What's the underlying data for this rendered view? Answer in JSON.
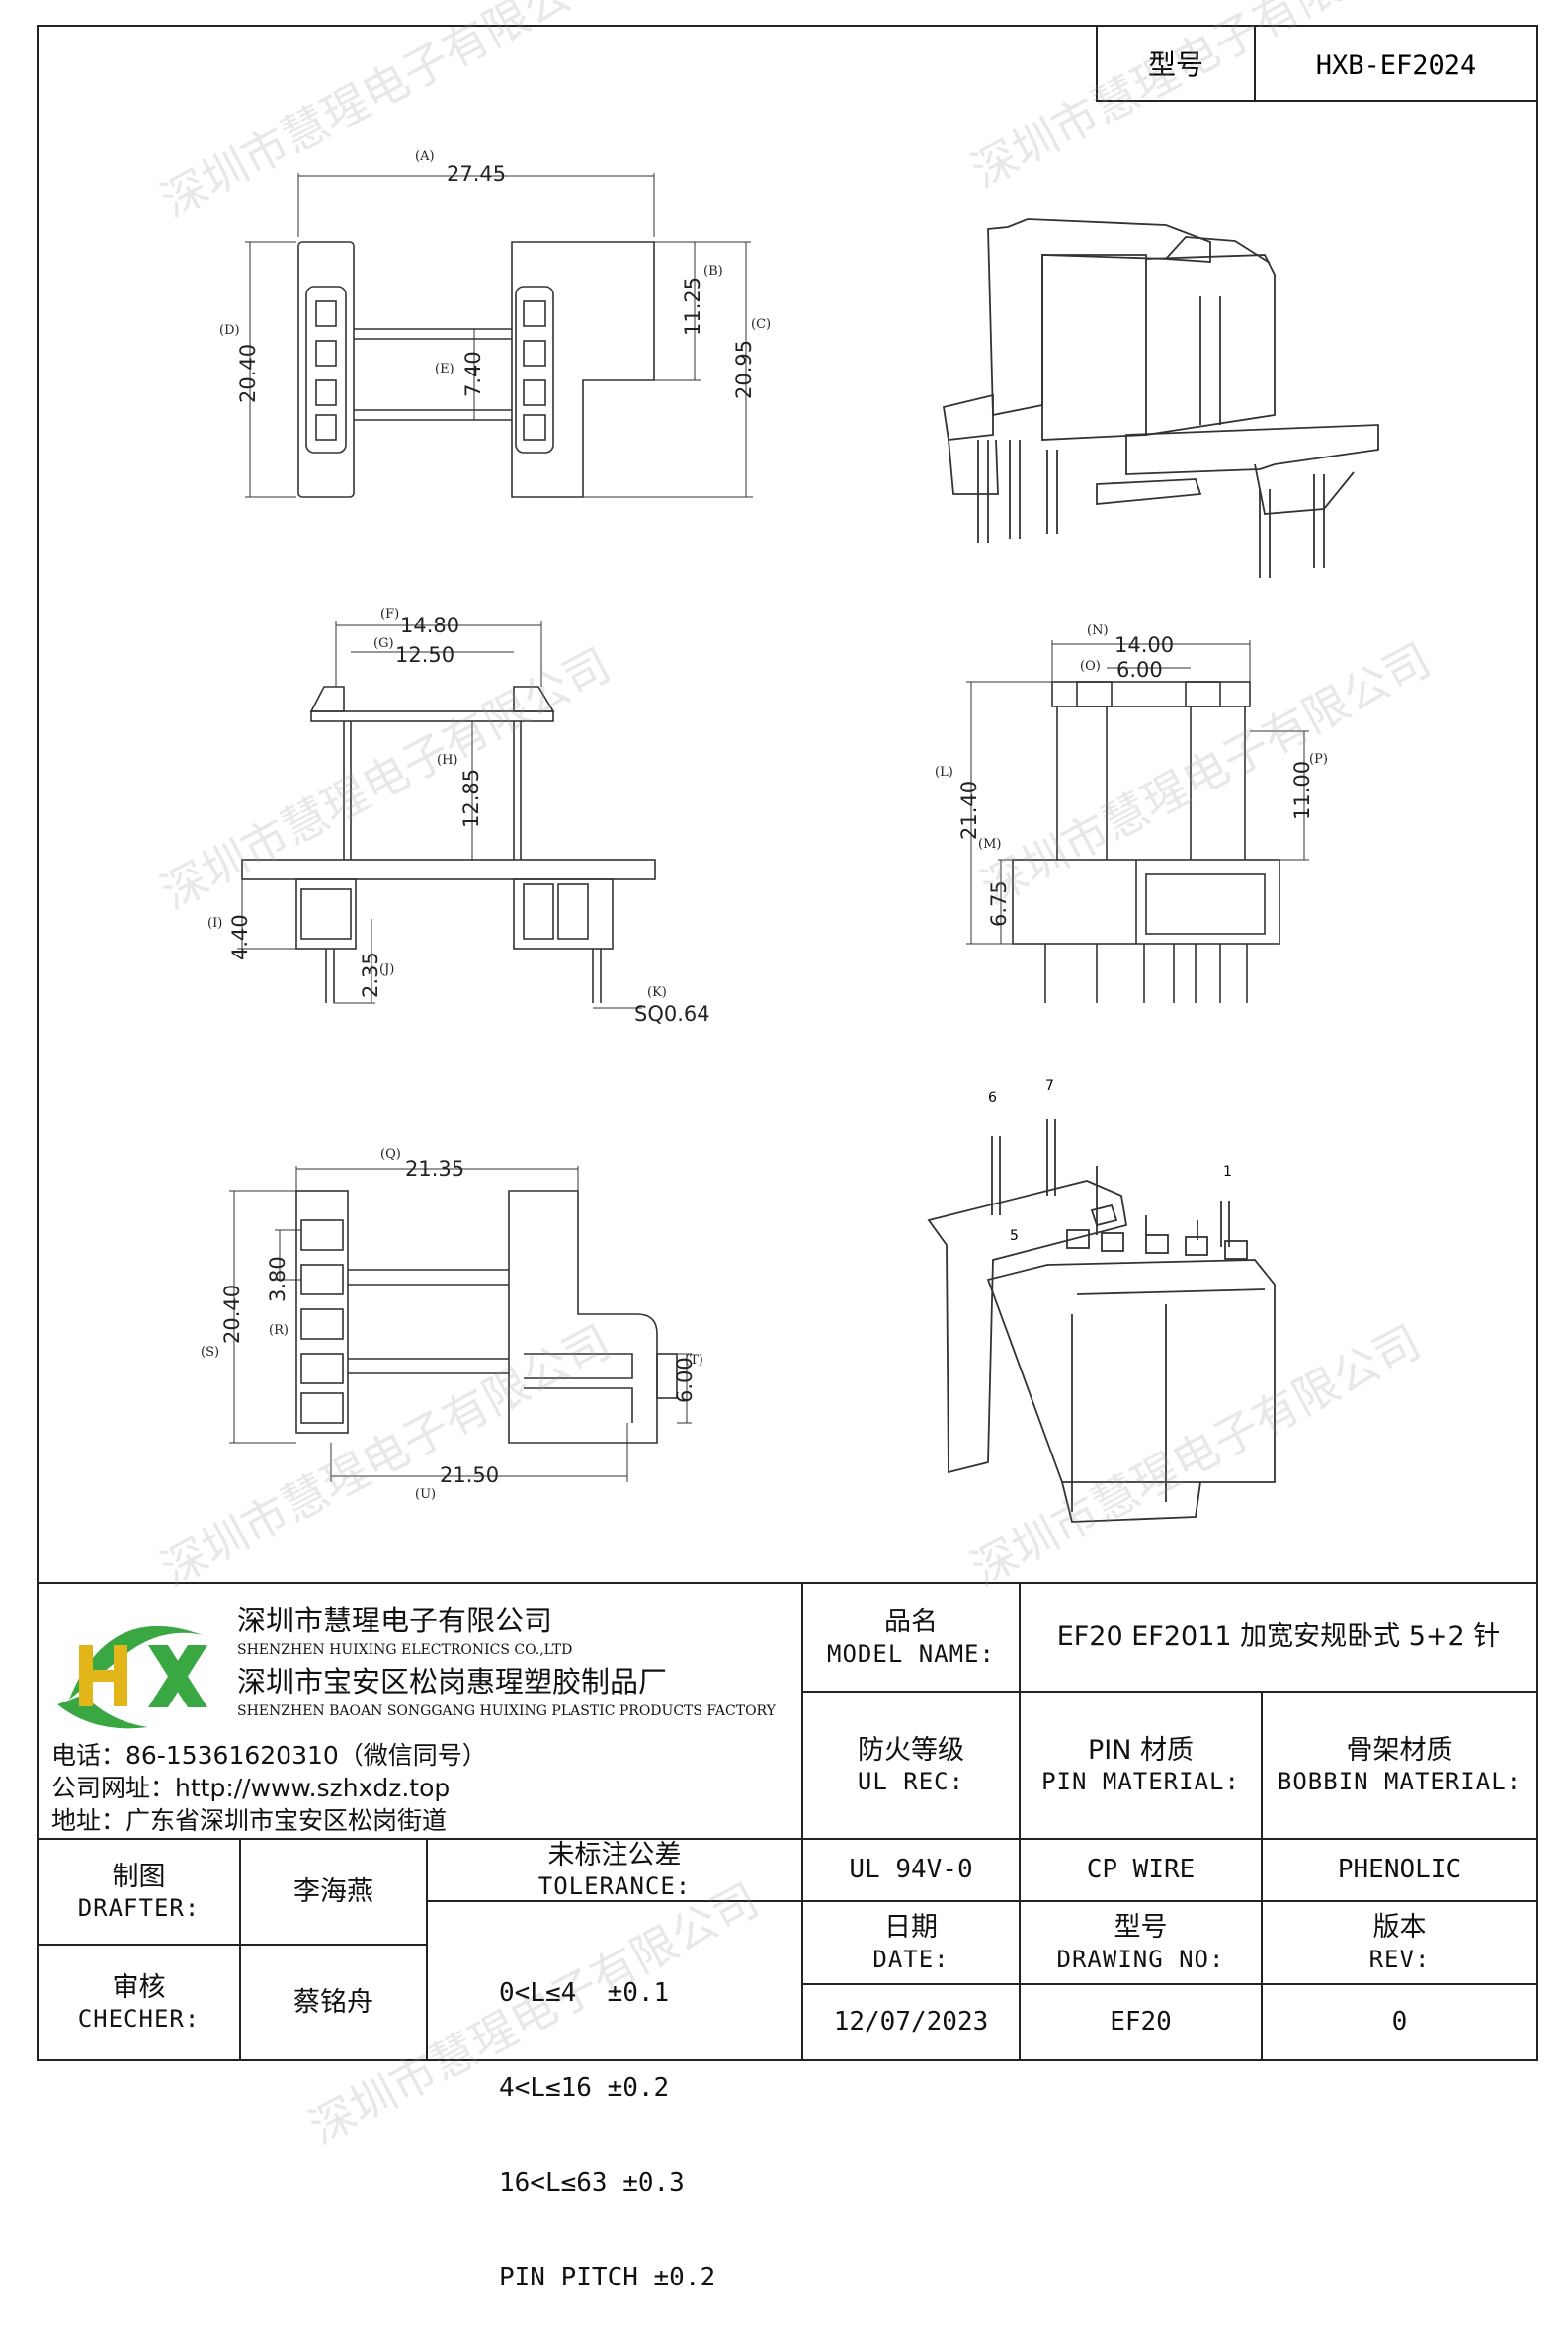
{
  "header": {
    "model_label": "型号",
    "model_value": "HXB-EF2024"
  },
  "dims": {
    "A": "(A)",
    "A_val": "27.45",
    "B": "(B)",
    "B_val": "11.25",
    "C": "(C)",
    "C_val": "20.95",
    "D": "(D)",
    "D_val": "20.40",
    "E": "(E)",
    "E_val": "7.40",
    "F": "(F)",
    "F_val": "14.80",
    "G": "(G)",
    "G_val": "12.50",
    "H": "(H)",
    "H_val": "12.85",
    "I": "(I)",
    "I_val": "4.40",
    "J": "(J)",
    "J_val": "2.35",
    "K": "(K)",
    "K_val": "SQ0.64",
    "L": "(L)",
    "L_val": "21.40",
    "M": "(M)",
    "M_val": "6.75",
    "N": "(N)",
    "N_val": "14.00",
    "O": "(O)",
    "O_val": "6.00",
    "P": "(P)",
    "P_val": "11.00",
    "Q": "(Q)",
    "Q_val": "21.35",
    "R": "(R)",
    "R_val": "3.80",
    "S": "(S)",
    "S_val": "20.40",
    "T": "(T)",
    "T_val": "6.00",
    "U": "(U)",
    "U_val": "21.50"
  },
  "pins": {
    "p6": "6",
    "p7": "7",
    "p5": "5",
    "p1": "1"
  },
  "company": {
    "logo_text": "HX",
    "name_cn": "深圳市慧瑆电子有限公司",
    "name_en": "SHENZHEN HUIXING ELECTRONICS CO.,LTD",
    "factory_cn": "深圳市宝安区松岗惠瑆塑胶制品厂",
    "factory_en": "SHENZHEN BAOAN SONGGANG HUIXING PLASTIC PRODUCTS FACTORY",
    "phone": "电话：86-15361620310（微信同号）",
    "website": "公司网址：http://www.szhxdz.top",
    "address": "地址：广东省深圳市宝安区松岗街道"
  },
  "title_block": {
    "model_name_cn": "品名",
    "model_name_en": "MODEL NAME:",
    "model_name_value": "EF20 EF2011 加宽安规卧式 5+2 针",
    "ul_cn": "防火等级",
    "ul_en": "UL REC:",
    "pin_cn": "PIN 材质",
    "pin_en": "PIN MATERIAL:",
    "bobbin_cn": "骨架材质",
    "bobbin_en": "BOBBIN MATERIAL:",
    "drafter_cn": "制图",
    "drafter_en": "DRAFTER:",
    "drafter_name": "李海燕",
    "tolerance_cn": "未标注公差",
    "tolerance_en": "TOLERANCE:",
    "ul_value": "UL 94V-0",
    "pin_value": "CP WIRE",
    "bobbin_value": "PHENOLIC",
    "date_cn": "日期",
    "date_en": "DATE:",
    "drawing_cn": "型号",
    "drawing_en": "DRAWING NO:",
    "rev_cn": "版本",
    "rev_en": "REV:",
    "checker_cn": "审核",
    "checker_en": "CHECHER:",
    "checker_name": "蔡铭舟",
    "tol_1": "0<L≤4  ±0.1",
    "tol_2": "4<L≤16 ±0.2",
    "tol_3": "16<L≤63 ±0.3",
    "tol_4": "PIN PITCH ±0.2",
    "date_value": "12/07/2023",
    "drawing_value": "EF20",
    "rev_value": "0"
  },
  "watermark": "深圳市慧瑆电子有限公司",
  "colors": {
    "logo_green": "#3aa842",
    "logo_yellow": "#e2b619",
    "line": "#222222"
  }
}
